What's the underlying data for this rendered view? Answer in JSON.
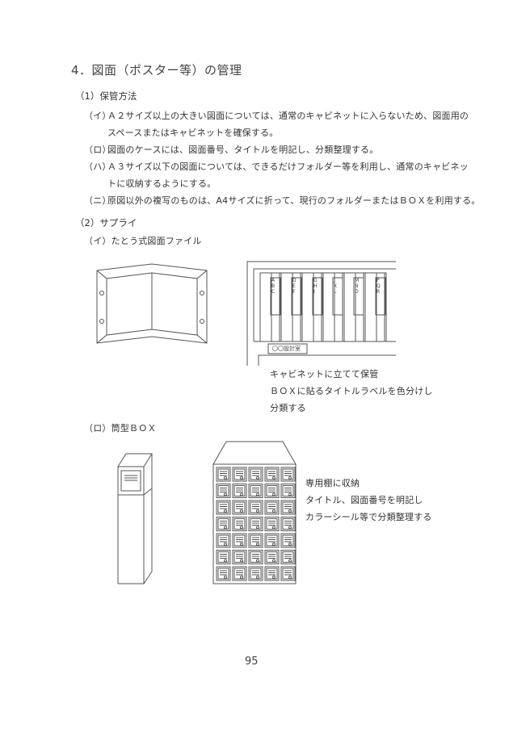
{
  "section": {
    "title": "4．図面（ポスター等）の管理",
    "sub1": {
      "title": "（1）保管方法",
      "items": [
        {
          "label": "（イ）",
          "line1": "Ａ２サイズ以上の大きい図面については、通常のキャビネットに入らないため、図面用の",
          "line2": "スペースまたはキャビネットを確保する。"
        },
        {
          "label": "（ロ）",
          "line1": "図面のケースには、図面番号、タイトルを明記し、分類整理する。"
        },
        {
          "label": "（ハ）",
          "line1": "Ａ３サイズ以下の図面については、できるだけフォルダー等を利用し、通常のキャビネッ",
          "line2": "トに収納するようにする。"
        },
        {
          "label": "（ニ）",
          "line1": "原図以外の複写のものは、A4サイズに折って、現行のフォルダーまたはＢＯＸを利用する。"
        }
      ]
    },
    "sub2": {
      "title": "（2）サプライ",
      "item_i": {
        "title": "（イ）たとう式図面ファイル",
        "cabinet_labels": [
          "ABC",
          "DEF",
          "GHI",
          "JKL",
          "MNO",
          "PQR"
        ],
        "cabinet_plate": "〇〇設計室",
        "caption": [
          "キャビネットに立てて保管",
          "ＢＯＸに貼るタイトルラベルを色分けし",
          "分類する"
        ]
      },
      "item_ro": {
        "title": "（ロ）筒型ＢＯＸ",
        "caption": [
          "専用棚に収納",
          "タイトル、図面番号を明記し",
          "カラーシール等で分類整理する"
        ]
      }
    }
  },
  "page_number": "95"
}
